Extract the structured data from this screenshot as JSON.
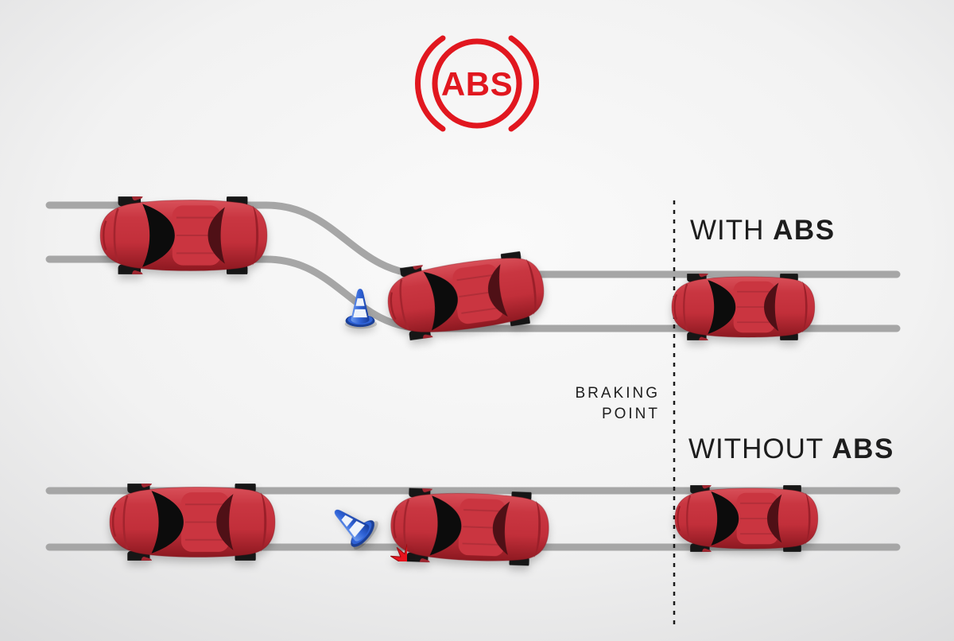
{
  "logo": {
    "text": "ABS",
    "icon": "abs-ring-icon"
  },
  "scenes": {
    "with_abs": {
      "label": {
        "prefix": "WITH",
        "emphasis": "ABS"
      },
      "cars": [
        "car-end-position",
        "car-steering-around-cone",
        "car-approaching"
      ],
      "obstacle": "traffic-cone"
    },
    "without_abs": {
      "label": {
        "prefix": "WITHOUT",
        "emphasis": "ABS"
      },
      "cars": [
        "car-end-position",
        "car-crashing-into-cone",
        "car-approaching"
      ],
      "obstacle": "fallen-traffic-cone-with-crash"
    }
  },
  "braking_point": {
    "line1": "BRAKING",
    "line2": "POINT"
  },
  "icons": {
    "car": "car-top-view-icon",
    "cone": "traffic-cone-icon",
    "fallen_cone": "fallen-cone-icon",
    "crash": "crash-burst-icon",
    "logo_ring": "abs-ring-icon"
  },
  "colors": {
    "background_center": "#fafafa",
    "background_edge": "#dcdcdd",
    "track": "#a6a6a6",
    "text": "#1d1d1d",
    "dashed_line": "#1a1a1a",
    "car_red": "#c22f3a",
    "logo_red": "#e1171f",
    "cone_blue": "#2f62d6",
    "crash_red": "#e8131d"
  }
}
